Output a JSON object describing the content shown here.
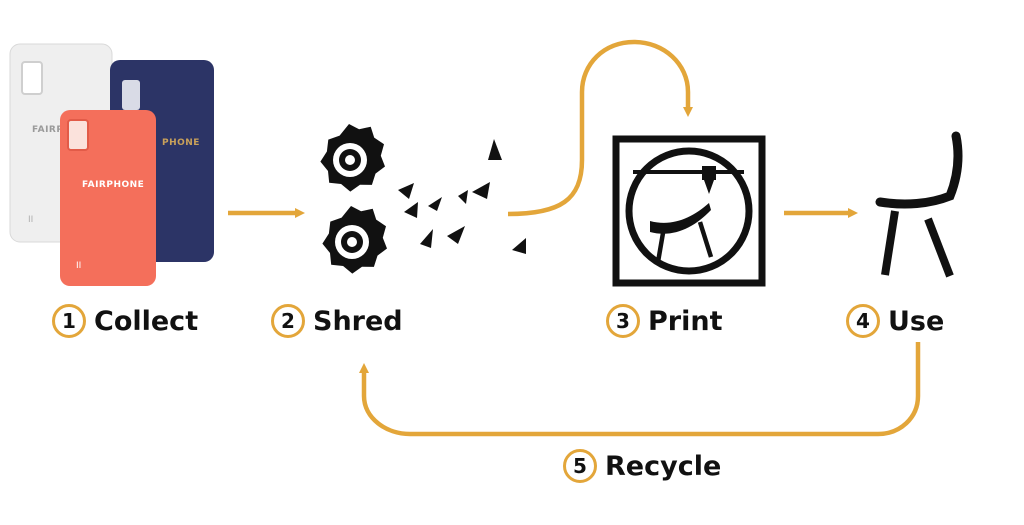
{
  "colors": {
    "accent": "#E3A63A",
    "ink": "#111111",
    "white_case": "#EFEFEF",
    "blue_case": "#2C3466",
    "coral_case": "#F46F5B"
  },
  "phones": {
    "logo_text": "FAIRPHONE",
    "logo_partial_white": "FAIRP",
    "logo_partial_blue": "PHONE",
    "model_mark": "II"
  },
  "steps": [
    {
      "number": "1",
      "label": "Collect"
    },
    {
      "number": "2",
      "label": "Shred"
    },
    {
      "number": "3",
      "label": "Print"
    },
    {
      "number": "4",
      "label": "Use"
    },
    {
      "number": "5",
      "label": "Recycle"
    }
  ],
  "icons": [
    "phone-case-icon",
    "shredder-icon",
    "3d-printer-icon",
    "chair-icon"
  ]
}
